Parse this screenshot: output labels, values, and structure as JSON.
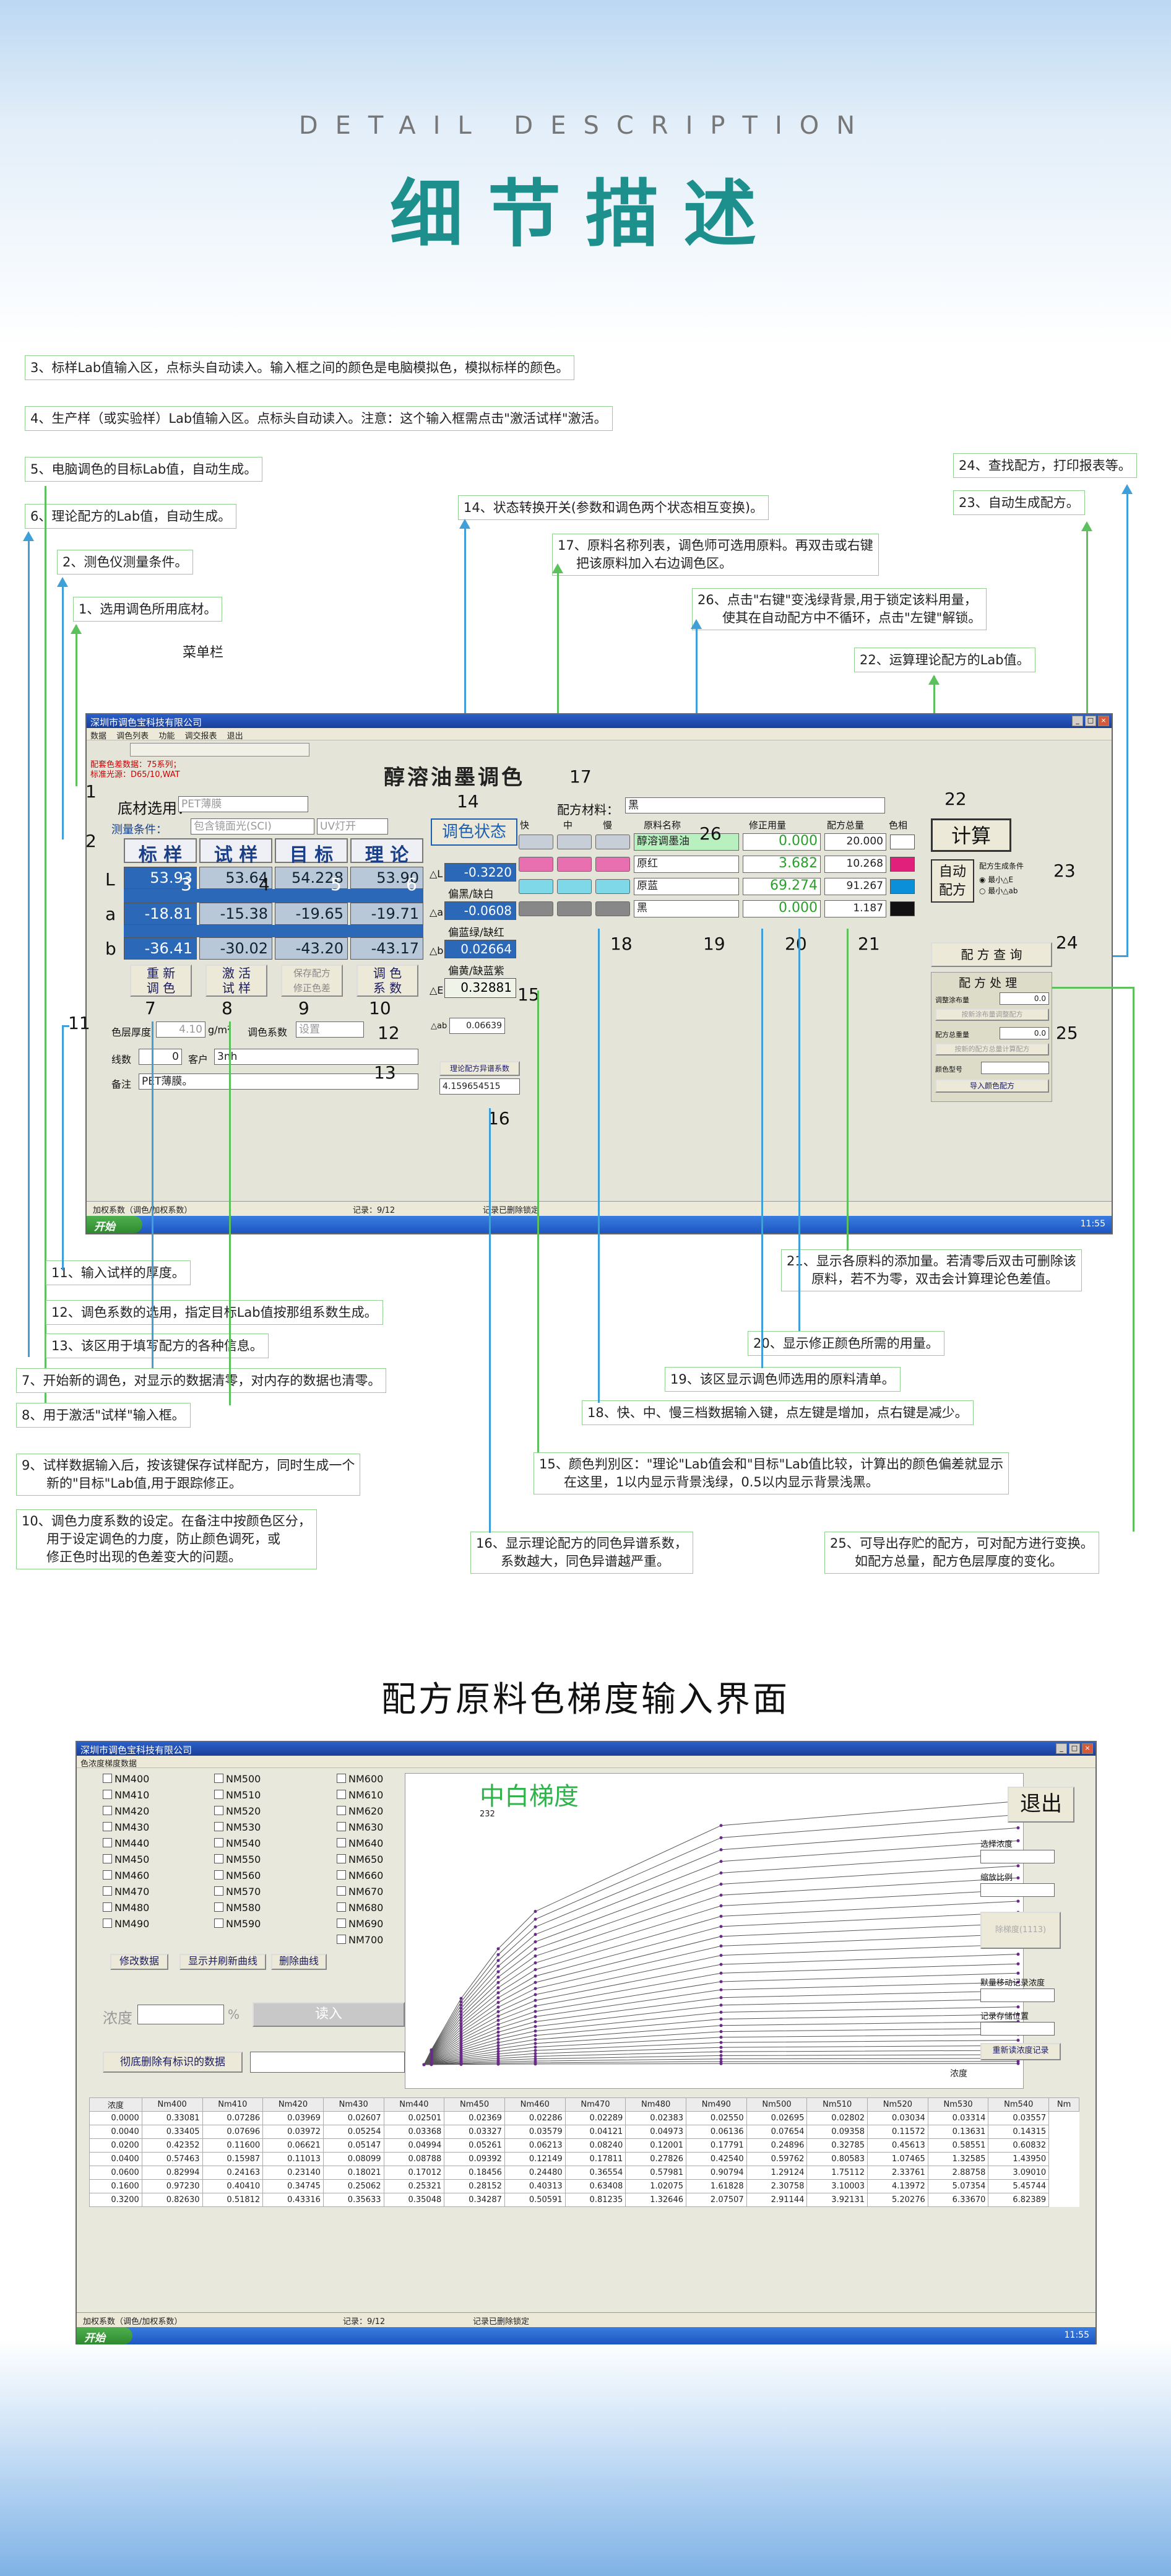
{
  "header": {
    "en": "DETAIL  DESCRIPTION",
    "cn": "细节描述"
  },
  "notes": {
    "n3": "3、标样Lab值输入区，点标头自动读入。输入框之间的颜色是电脑模拟色，模拟标样的颜色。",
    "n4": "4、生产样（或实验样）Lab值输入区。点标头自动读入。注意：这个输入框需点击\"激活试样\"激活。",
    "n5": "5、电脑调色的目标Lab值，自动生成。",
    "n6": "6、理论配方的Lab值，自动生成。",
    "n2": "2、测色仪测量条件。",
    "n1": "1、选用调色所用底材。",
    "menubar_label": "菜单栏",
    "n14": "14、状态转换开关(参数和调色两个状态相互变换)。",
    "n17a": "17、原料名称列表，调色师可选用原料。再双击或右键",
    "n17b": "把该原料加入右边调色区。",
    "n26a": "26、点击\"右键\"变浅绿背景,用于锁定该料用量，",
    "n26b": "使其在自动配方中不循环，点击\"左键\"解锁。",
    "n22": "22、运算理论配方的Lab值。",
    "n24": "24、查找配方，打印报表等。",
    "n23": "23、自动生成配方。",
    "n11": "11、输入试样的厚度。",
    "n12": "12、调色系数的选用，指定目标Lab值按那组系数生成。",
    "n13": "13、该区用于填写配方的各种信息。",
    "n7": "7、开始新的调色，对显示的数据清零，对内存的数据也清零。",
    "n8": "8、用于激活\"试样\"输入框。",
    "n9a": "9、试样数据输入后，按该键保存试样配方，同时生成一个",
    "n9b": "新的\"目标\"Lab值,用于跟踪修正。",
    "n10a": "10、调色力度系数的设定。在备注中按颜色区分，",
    "n10b": "用于设定调色的力度，防止颜色调死，或",
    "n10c": "修正色时出现的色差变大的问题。",
    "n21a": "21、显示各原料的添加量。若清零后双击可删除该",
    "n21b": "原料，若不为零，双击会计算理论色差值。",
    "n20": "20、显示修正颜色所需的用量。",
    "n19": "19、该区显示调色师选用的原料清单。",
    "n18": "18、快、中、慢三档数据输入键，点左键是增加，点右键是减少。",
    "n15a": "15、颜色判別区：\"理论\"Lab值会和\"目标\"Lab值比较，计算出的颜色偏差就显示",
    "n15b": "在这里，1以内显示背景浅绿，0.5以内显示背景浅黑。",
    "n16a": "16、显示理论配方的同色异谱系数，",
    "n16b": "系数越大，同色异谱越严重。",
    "n25a": "25、可导出存贮的配方，可对配方进行变换。",
    "n25b": "如配方总量，配方色层厚度的变化。"
  },
  "numbers": [
    "1",
    "2",
    "3",
    "4",
    "5",
    "6",
    "7",
    "8",
    "9",
    "10",
    "11",
    "12",
    "13",
    "14",
    "15",
    "16",
    "17",
    "18",
    "19",
    "20",
    "21",
    "22",
    "23",
    "24",
    "25",
    "26"
  ],
  "app1": {
    "title": "深圳市调色宝科技有限公司",
    "menu": [
      "数据",
      "调色列表",
      "功能",
      "调交报表",
      "退出"
    ],
    "info1": "配套色差数据：75系列；",
    "info2": "标准光源：D65/10,WAT",
    "banner": "醇溶油墨调色",
    "substrate_label": "底材选用：",
    "substrate_value": "PET薄膜",
    "cond_label": "测量条件：",
    "cond_value": "包含镜面光(SCI)",
    "cond_value2": "UV灯开",
    "col_std": "标 样",
    "col_trial": "试 样",
    "col_target": "目 标",
    "col_theory": "理 论",
    "rowL": "L",
    "rowa": "a",
    "rowb": "b",
    "std": {
      "L": "53.93",
      "a": "-18.81",
      "b": "-36.41"
    },
    "trial": {
      "L": "53.64",
      "a": "-15.38",
      "b": "-30.02"
    },
    "target": {
      "L": "54.228",
      "a": "-19.65",
      "b": "-43.20"
    },
    "theory": {
      "L": "53.90",
      "a": "-19.71",
      "b": "-43.17"
    },
    "btn_reset_a": "重 新",
    "btn_reset_b": "调 色",
    "btn_activate_a": "激 活",
    "btn_activate_b": "试 样",
    "btn_save_a": "保存配方",
    "btn_save_b": "修正色差",
    "btn_coef_a": "调 色",
    "btn_coef_b": "系 数",
    "thickness_label": "色层厚度",
    "thickness_value": "4.10",
    "thickness_unit": "g/m²",
    "coef_label": "调色系数",
    "coef_value": "设置",
    "lines_label": "线数",
    "lines_value": "0",
    "customer_label": "客户",
    "customer_value": "3nh",
    "remark_label": "备注",
    "remark_value": "PET薄膜。",
    "state_btn": "调色状态",
    "dl_label": "△L",
    "dl": "-0.3220",
    "lbl_pianhei": "偏黑/缺白",
    "da_label": "△a",
    "da": "-0.0608",
    "lbl_pianlan": "偏蓝绿/缺红",
    "db_label": "△b",
    "db": "0.02664",
    "lbl_pianhuang": "偏黄/缺蓝紫",
    "de_label": "△E",
    "de": "0.32881",
    "dab_label": "△ab",
    "dab": "0.06639",
    "meta_label": "理论配方异谱系数",
    "meta_value": "4.159654515",
    "material_label": "配方材料：",
    "material_value": "黑",
    "speed_headers": [
      "快",
      "中",
      "慢"
    ],
    "col_name": "原料名称",
    "col_fix": "修正用量",
    "col_total": "配方总量",
    "col_color": "色相",
    "ingredients": [
      {
        "name": "醇溶调墨油",
        "fix": "0.000",
        "total": "20.000",
        "swatch": "#ffffff"
      },
      {
        "name": "原红",
        "fix": "3.682",
        "total": "10.268",
        "swatch": "#e0207a"
      },
      {
        "name": "原蓝",
        "fix": "69.274",
        "total": "91.267",
        "swatch": "#0a8fd8"
      },
      {
        "name": "黑",
        "fix": "0.000",
        "total": "1.187",
        "swatch": "#111111"
      }
    ],
    "calc_btn": "计算",
    "auto_btn_a": "自动",
    "auto_btn_b": "配方",
    "auto_cond": "配方生成条件",
    "auto_opt1": "最小△E",
    "auto_opt2": "最小△ab",
    "lookup_btn": "配 方 查 询",
    "proc_title": "配 方 处 理",
    "proc_l1": "调整涂布量",
    "proc_v1": "0.0",
    "proc_b1": "按新涂布量调整配方",
    "proc_l2": "配方总重量",
    "proc_v2": "0.0",
    "proc_b2": "按新的配方总量计算配方",
    "proc_l3": "颜色型号",
    "proc_b3": "导入颜色配方",
    "status1": "加权系数（调色/加权系数）",
    "status2": "记录：9/12",
    "status3": "记录已删除锁定",
    "start": "开始",
    "clock": "11:55"
  },
  "section2_title": "配方原料色梯度输入界面",
  "app2": {
    "title": "深圳市调色宝科技有限公司",
    "subtitle": "色浓度梯度数据",
    "channels_col1": [
      "NM400",
      "NM410",
      "NM420",
      "NM430",
      "NM440",
      "NM450",
      "NM460",
      "NM470",
      "NM480",
      "NM490"
    ],
    "channels_col2": [
      "NM500",
      "NM510",
      "NM520",
      "NM530",
      "NM540",
      "NM550",
      "NM560",
      "NM570",
      "NM580",
      "NM590"
    ],
    "channels_col3": [
      "NM600",
      "NM610",
      "NM620",
      "NM630",
      "NM640",
      "NM650",
      "NM660",
      "NM670",
      "NM680",
      "NM690",
      "NM700"
    ],
    "btn_modify": "修改数据",
    "btn_show_curve": "显示并刷新曲线",
    "btn_delete_curve": "删除曲线",
    "conc_label": "浓度",
    "conc_unit": "%",
    "btn_read": "读入",
    "btn_delete_marked": "彻底删除有标识的数据",
    "chart_title": "中白梯度",
    "chart_yval": "232",
    "chart_xlabel": "浓度",
    "btn_exit": "退出",
    "side1": "选择浓度",
    "side2": "缩放比例",
    "side3": "除梯度(1113)",
    "side4": "默量移动记录浓度",
    "side5": "记录存储位置",
    "side6": "重新读浓度记录",
    "table_headers": [
      "浓度",
      "Nm400",
      "Nm410",
      "Nm420",
      "Nm430",
      "Nm440",
      "Nm450",
      "Nm460",
      "Nm470",
      "Nm480",
      "Nm490",
      "Nm500",
      "Nm510",
      "Nm520",
      "Nm530",
      "Nm540",
      "Nm"
    ],
    "table_rows": [
      [
        "0.0000",
        "0.33081",
        "0.07286",
        "0.03969",
        "0.02607",
        "0.02501",
        "0.02369",
        "0.02286",
        "0.02289",
        "0.02383",
        "0.02550",
        "0.02695",
        "0.02802",
        "0.03034",
        "0.03314",
        "0.03557"
      ],
      [
        "0.0040",
        "0.33405",
        "0.07696",
        "0.03972",
        "0.05254",
        "0.03368",
        "0.03327",
        "0.03579",
        "0.04121",
        "0.04973",
        "0.06136",
        "0.07654",
        "0.09358",
        "0.11572",
        "0.13631",
        "0.14315"
      ],
      [
        "0.0200",
        "0.42352",
        "0.11600",
        "0.06621",
        "0.05147",
        "0.04994",
        "0.05261",
        "0.06213",
        "0.08240",
        "0.12001",
        "0.17791",
        "0.24896",
        "0.32785",
        "0.45613",
        "0.58551",
        "0.60832"
      ],
      [
        "0.0400",
        "0.57463",
        "0.15987",
        "0.11013",
        "0.08099",
        "0.08788",
        "0.09392",
        "0.12149",
        "0.17811",
        "0.27826",
        "0.42540",
        "0.59762",
        "0.80583",
        "1.07465",
        "1.32585",
        "1.43950"
      ],
      [
        "0.0600",
        "0.82994",
        "0.24163",
        "0.23140",
        "0.18021",
        "0.17012",
        "0.18456",
        "0.24480",
        "0.36554",
        "0.57981",
        "0.90794",
        "1.29124",
        "1.75112",
        "2.33761",
        "2.88758",
        "3.09010"
      ],
      [
        "0.1600",
        "0.97230",
        "0.40410",
        "0.34745",
        "0.25062",
        "0.25321",
        "0.28152",
        "0.40313",
        "0.63408",
        "1.02075",
        "1.61828",
        "2.30758",
        "3.10003",
        "4.13972",
        "5.07354",
        "5.45744"
      ],
      [
        "0.3200",
        "0.82630",
        "0.51812",
        "0.43316",
        "0.35633",
        "0.35048",
        "0.34287",
        "0.50591",
        "0.81235",
        "1.32646",
        "2.07507",
        "2.91144",
        "3.92131",
        "5.20276",
        "6.33670",
        "6.82389"
      ]
    ],
    "status1": "加权系数（调色/加权系数）",
    "status2": "记录：9/12",
    "status3": "记录已删除锁定",
    "start": "开始",
    "clock": "11:55"
  },
  "chart_data": {
    "type": "line",
    "title": "中白梯度",
    "xlabel": "浓度",
    "ylabel": "",
    "x": [
      0.0,
      0.004,
      0.02,
      0.04,
      0.06,
      0.16,
      0.32
    ],
    "series_count": 31
  },
  "colors": {
    "accent": "#1d8f8c",
    "note_border": "#8fd08f",
    "line_blue": "#3f9fd8",
    "line_green": "#5cc05c"
  }
}
